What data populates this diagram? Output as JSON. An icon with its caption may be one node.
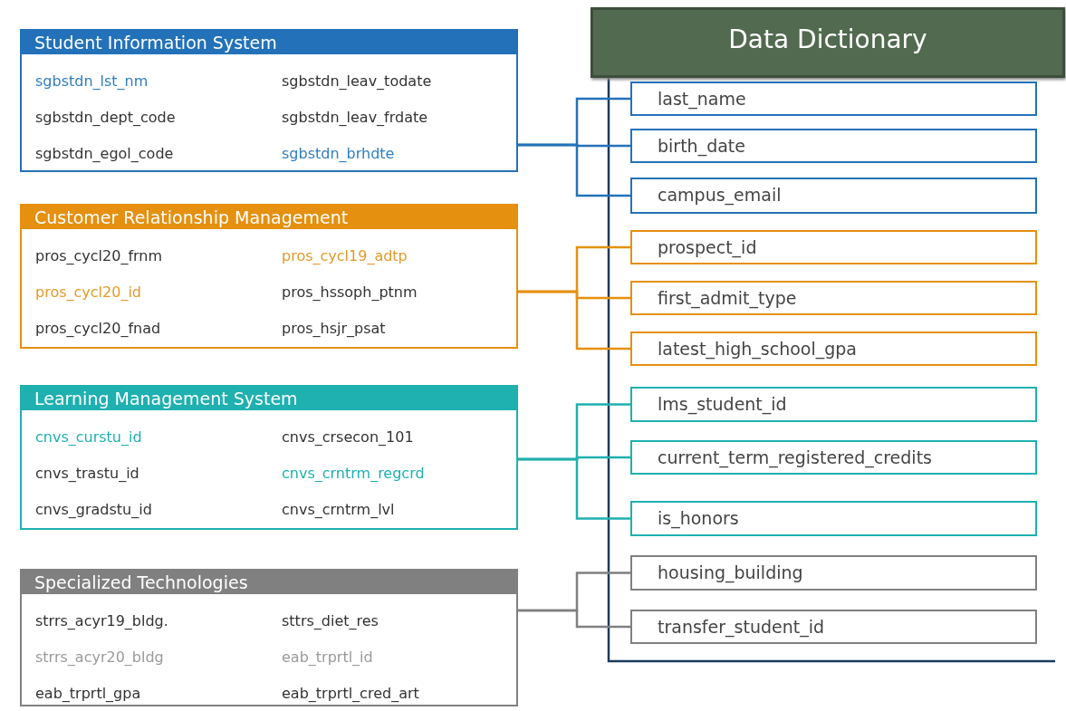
{
  "diagram": {
    "nodes": [
      {
        "text": [
          "Student Information System",
          "sgbstdn_lst_nm",
          "sgbstdn_leav_todate",
          "sgbstdn_dept_code",
          "sgbstdn_leav_frdate",
          "sgbstdn_egol_code",
          "sgbstdn_brhdte"
        ]
      },
      {
        "text": [
          "Customer Relationship Management",
          "pros_cycl20_frnm",
          "pros_cycl19_adtp",
          "pros_cycl20_id",
          "pros_hssoph_ptnm",
          "pros_cycl20_fnad",
          "pros_hsjr_psat"
        ]
      },
      {
        "text": [
          "Learning Management System",
          "cnvs_curstu_id",
          "cnvs_crsecon_101",
          "cnvs_trastu_id",
          "cnvs_crntrm_regcrd",
          "cnvs_gradstu_id",
          "cnvs_crntrm_lvl"
        ]
      },
      {
        "text": [
          "Specialized Technologies",
          "strrs_acyr19_bldg.",
          "sttrs_diet_res",
          "strrs_acyr20_bldg",
          "eab_trprtl_id",
          "eab_trprtl_gpa",
          "eab_trprtl_cred_art"
        ]
      },
      {
        "text": [
          "Data Dictionary"
        ]
      },
      {
        "text": [
          "last_name"
        ]
      },
      {
        "text": [
          "birth_date"
        ]
      },
      {
        "text": [
          "campus_email"
        ]
      },
      {
        "text": [
          "prospect_id"
        ]
      },
      {
        "text": [
          "first_admit_type"
        ]
      },
      {
        "text": [
          "latest_high_school_gpa"
        ]
      },
      {
        "text": [
          "lms_student_id"
        ]
      },
      {
        "text": [
          "current_term_registered_credits"
        ]
      },
      {
        "text": [
          "is_honors"
        ]
      },
      {
        "text": [
          "housing_building"
        ]
      },
      {
        "text": [
          "transfer_student_id"
        ]
      }
    ],
    "edges": [
      {
        "from": 0,
        "to": 5,
        "arrow": "none",
        "color": "#2372b9"
      },
      {
        "from": 0,
        "to": 6,
        "arrow": "none",
        "color": "#2372b9"
      },
      {
        "from": 0,
        "to": 7,
        "arrow": "none",
        "color": "#2372b9"
      },
      {
        "from": 1,
        "to": 8,
        "arrow": "none",
        "color": "#e5900f"
      },
      {
        "from": 1,
        "to": 9,
        "arrow": "none",
        "color": "#e5900f"
      },
      {
        "from": 1,
        "to": 10,
        "arrow": "none",
        "color": "#e5900f"
      },
      {
        "from": 2,
        "to": 11,
        "arrow": "none",
        "color": "#1fb0b0"
      },
      {
        "from": 2,
        "to": 12,
        "arrow": "none",
        "color": "#1fb0b0"
      },
      {
        "from": 2,
        "to": 13,
        "arrow": "none",
        "color": "#1fb0b0"
      },
      {
        "from": 3,
        "to": 14,
        "arrow": "none",
        "color": "#808080"
      },
      {
        "from": 3,
        "to": 15,
        "arrow": "none",
        "color": "#808080"
      }
    ]
  }
}
